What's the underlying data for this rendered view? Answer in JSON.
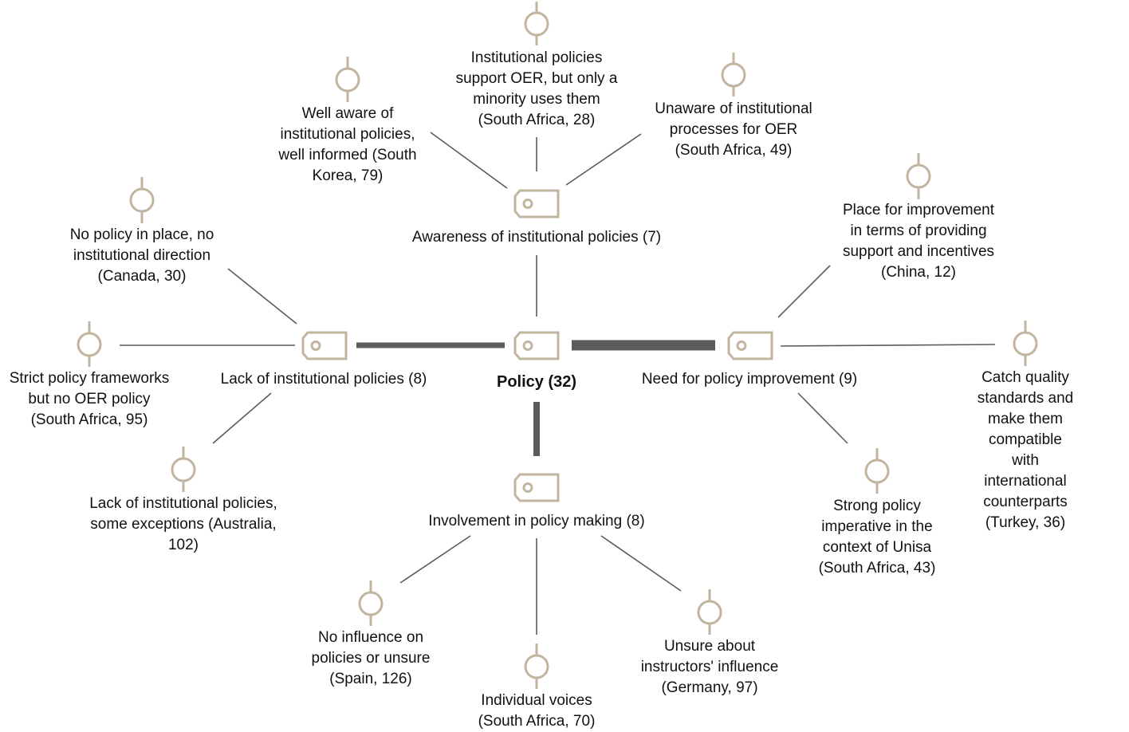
{
  "center": {
    "label": "Policy (32)"
  },
  "categories": [
    {
      "label": "Awareness of institutional policies (7)"
    },
    {
      "label": "Lack of institutional policies (8)"
    },
    {
      "label": "Need for policy improvement (9)"
    },
    {
      "label": "Involvement in policy making (8)"
    }
  ],
  "leaves": [
    {
      "text": "Institutional policies\nsupport OER, but only a\nminority uses them\n(South Africa, 28)"
    },
    {
      "text": "Well aware of\ninstitutional policies,\nwell informed (South\nKorea, 79)"
    },
    {
      "text": "Unaware of institutional\nprocesses for OER\n(South Africa, 49)"
    },
    {
      "text": "No policy in place, no\ninstitutional direction\n(Canada, 30)"
    },
    {
      "text": "Strict policy frameworks\nbut no OER policy\n(South Africa, 95)"
    },
    {
      "text": "Lack of institutional policies,\nsome exceptions (Australia,\n102)"
    },
    {
      "text": "Place for improvement\nin terms of providing\nsupport and incentives\n(China, 12)"
    },
    {
      "text": "Catch quality standards and\nmake them compatible with\ninternational counterparts\n(Turkey, 36)"
    },
    {
      "text": "Strong policy\nimperative in the\ncontext of Unisa\n(South Africa, 43)"
    },
    {
      "text": "No influence on\npolicies or unsure\n(Spain, 126)"
    },
    {
      "text": "Individual voices\n(South Africa, 70)"
    },
    {
      "text": "Unsure about\ninstructors' influence\n(Germany, 97)"
    }
  ],
  "colors": {
    "node": "#c2b5a0",
    "link": "#5b5b5b",
    "text": "#111111"
  },
  "icons": {
    "code_node": "code-node-icon",
    "leaf_node": "leaf-node-icon"
  }
}
